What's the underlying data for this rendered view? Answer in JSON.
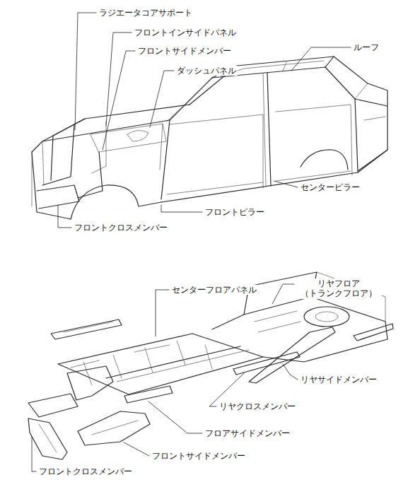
{
  "diagram": {
    "labels": [
      "ラジエータコアサポート",
      "フロントインサイドパネル",
      "フロントサイドメンバー",
      "ダッシュパネル",
      "ルーフ",
      "センターピラー",
      "フロントピラー",
      "フロントクロスメンバー",
      "センターフロアパネル",
      "リヤフロア （トランクフロア）",
      "リヤサイドメンバー",
      "リヤクロスメンバー",
      "フロアサイドメンバー",
      "フロントサイドメンバー",
      "フロントクロスメンバー"
    ]
  }
}
